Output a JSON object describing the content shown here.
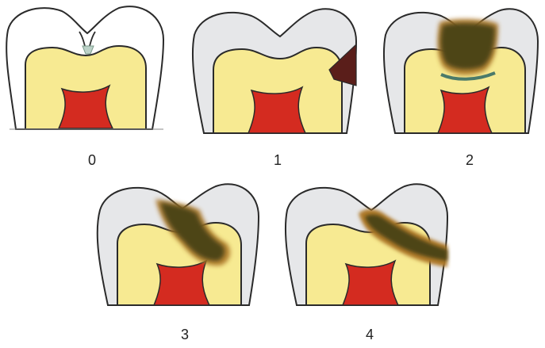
{
  "stages": [
    {
      "label": "0"
    },
    {
      "label": "1"
    },
    {
      "label": "2"
    },
    {
      "label": "3"
    },
    {
      "label": "4"
    }
  ],
  "colors": {
    "enamel": "#e6e7e9",
    "enamel_stage0": "#ffffff",
    "dentin": "#f7ea92",
    "pulp": "#d42b20",
    "outline": "#2a2a2a",
    "caries_dark": "#4e4418",
    "caries_halo": "#b07a2c",
    "caries_brown": "#5a1e1a",
    "reparative_line": "#4a7a6a"
  }
}
